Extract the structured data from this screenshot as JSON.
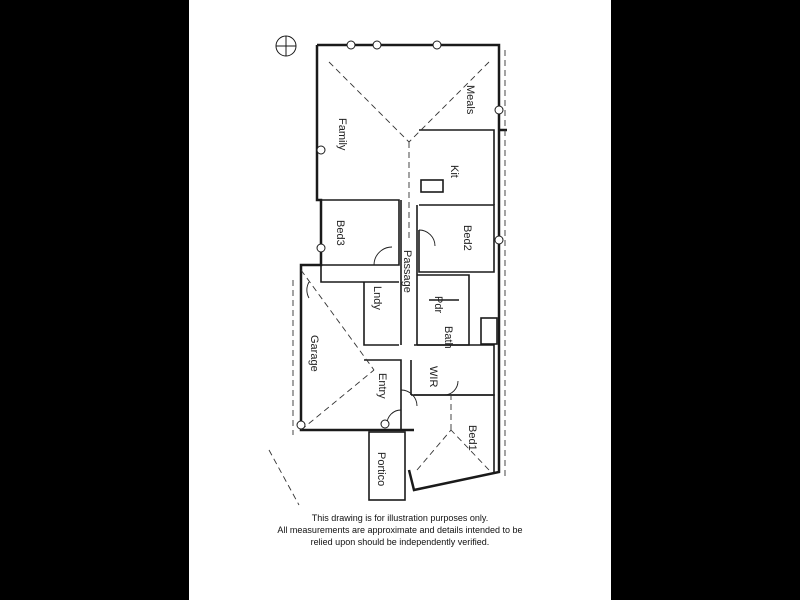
{
  "page": {
    "background": "#000000",
    "paper_color": "#ffffff",
    "line_color": "#1a1a1a"
  },
  "plan": {
    "compass_icon": "compass-icon",
    "rooms": {
      "family": "Family",
      "meals": "Meals",
      "kitchen": "Kit",
      "bed3": "Bed3",
      "bed2": "Bed2",
      "passage": "Passage",
      "lndy": "Lndy",
      "garage": "Garage",
      "pdr": "Pdr",
      "bath": "Bath",
      "wir": "WIR",
      "entry": "Entry",
      "bed1": "Bed1",
      "portico": "Portico"
    }
  },
  "disclaimer": {
    "line1": "This drawing is for illustration purposes only.",
    "line2": "All measurements are approximate and details intended to be",
    "line3": "relied upon should be independently verified."
  }
}
